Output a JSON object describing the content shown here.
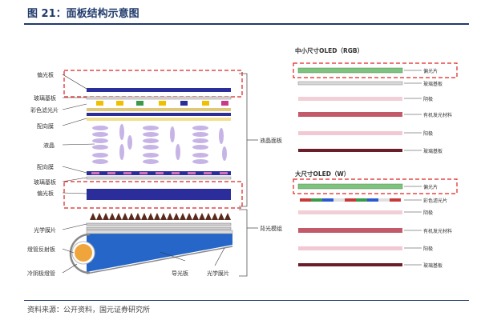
{
  "header": {
    "title": "图 21：面板结构示意图"
  },
  "footer": {
    "source": "资料来源：公开资料，国元证券研究所"
  },
  "lcd": {
    "labels": {
      "polarizer_top": "偏光板",
      "glass_top": "玻璃基板",
      "color_filter": "彩色滤光片",
      "align_top": "配向膜",
      "liquid_crystal": "液晶",
      "align_bottom": "配向膜",
      "glass_bottom": "玻璃基板",
      "polarizer_bottom": "偏光板",
      "optical_film": "光学膜片",
      "lamp_reflector": "燈管反射板",
      "ccfl": "冷阴极燈管",
      "light_guide": "导光板",
      "optical_film_right": "光学膜片"
    },
    "group_labels": {
      "panel": "液晶面板",
      "backlight": "背光模组"
    }
  },
  "oled_small": {
    "heading": "中小尺寸OLED（RGB）",
    "labels": [
      "偏光片",
      "玻璃基板",
      "阴极",
      "有机发光材料",
      "阳极",
      "玻璃基板"
    ]
  },
  "oled_large": {
    "heading": "大尺寸OLED（W）",
    "labels": [
      "偏光片",
      "彩色滤光片",
      "阴极",
      "有机发光材料",
      "阳极",
      "玻璃基板"
    ]
  },
  "colors": {
    "polarizer": "#2b2d9a",
    "glass_green": "#7fc27f",
    "cathode": "#f2cfd6",
    "organic": "#c25a6a",
    "anode": "#f2c9d2",
    "substrate": "#6b1e2a",
    "highlight": "#e02020",
    "liquid_crystal": "#c6b4e6",
    "light_guide": "#2566c8",
    "ccfl": "#f0a53c",
    "prism": "#5a2a1e"
  }
}
